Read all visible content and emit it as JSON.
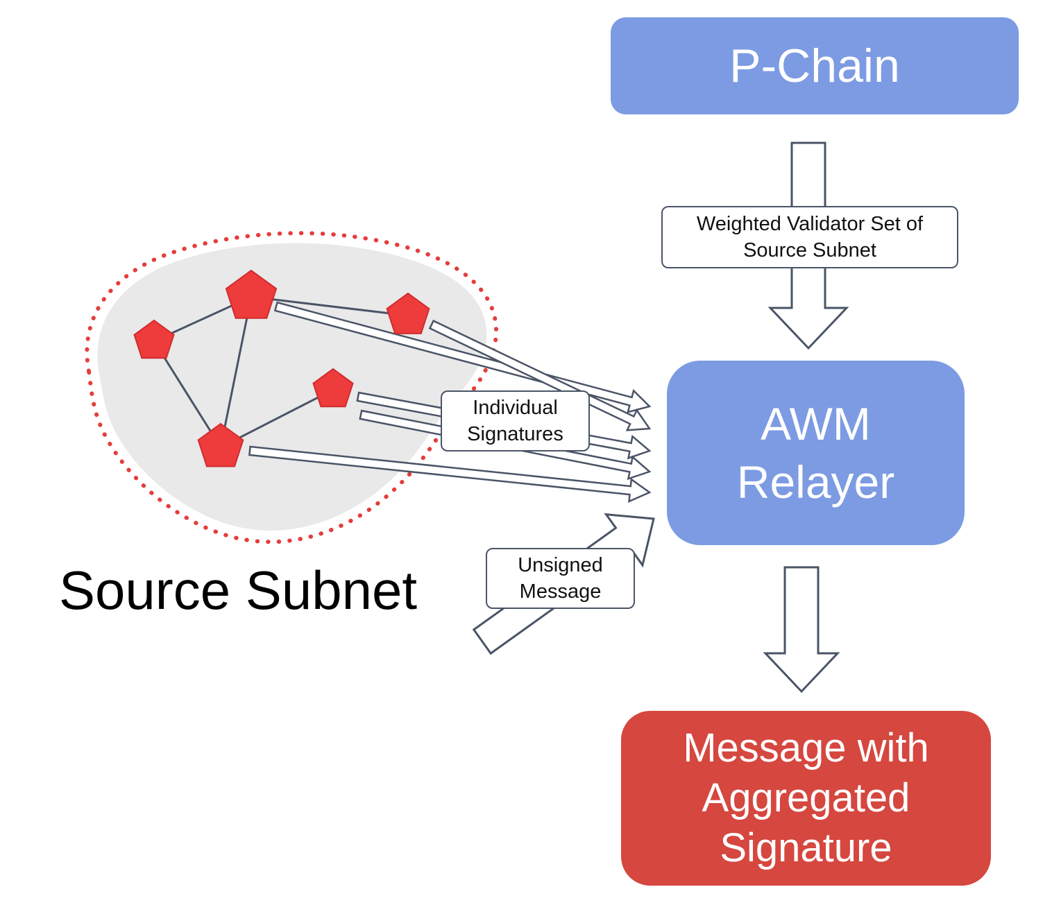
{
  "nodes": {
    "p_chain": {
      "label": "P-Chain"
    },
    "awm_relayer": {
      "label": "AWM\nRelayer"
    },
    "aggregated_message": {
      "label": "Message with\nAggregated\nSignature"
    }
  },
  "annotations": {
    "weighted_validator_set": "Weighted Validator Set of\nSource Subnet",
    "individual_signatures": "Individual\nSignatures",
    "unsigned_message": "Unsigned\nMessage",
    "source_subnet": "Source Subnet"
  },
  "source_subnet": {
    "validator_node_count": 5,
    "node_shape": "pentagon-icon"
  },
  "colors": {
    "node_blue": "#7c9be2",
    "node_red": "#d5473f",
    "pentagon_red": "#ee3b3c",
    "pentagon_edge": "#d02c2e",
    "dotted_red": "#e43d3b",
    "blob_gray": "#e9e9e9",
    "line": "#4a5466",
    "text_dark": "#000000",
    "text_light": "#ffffff"
  }
}
